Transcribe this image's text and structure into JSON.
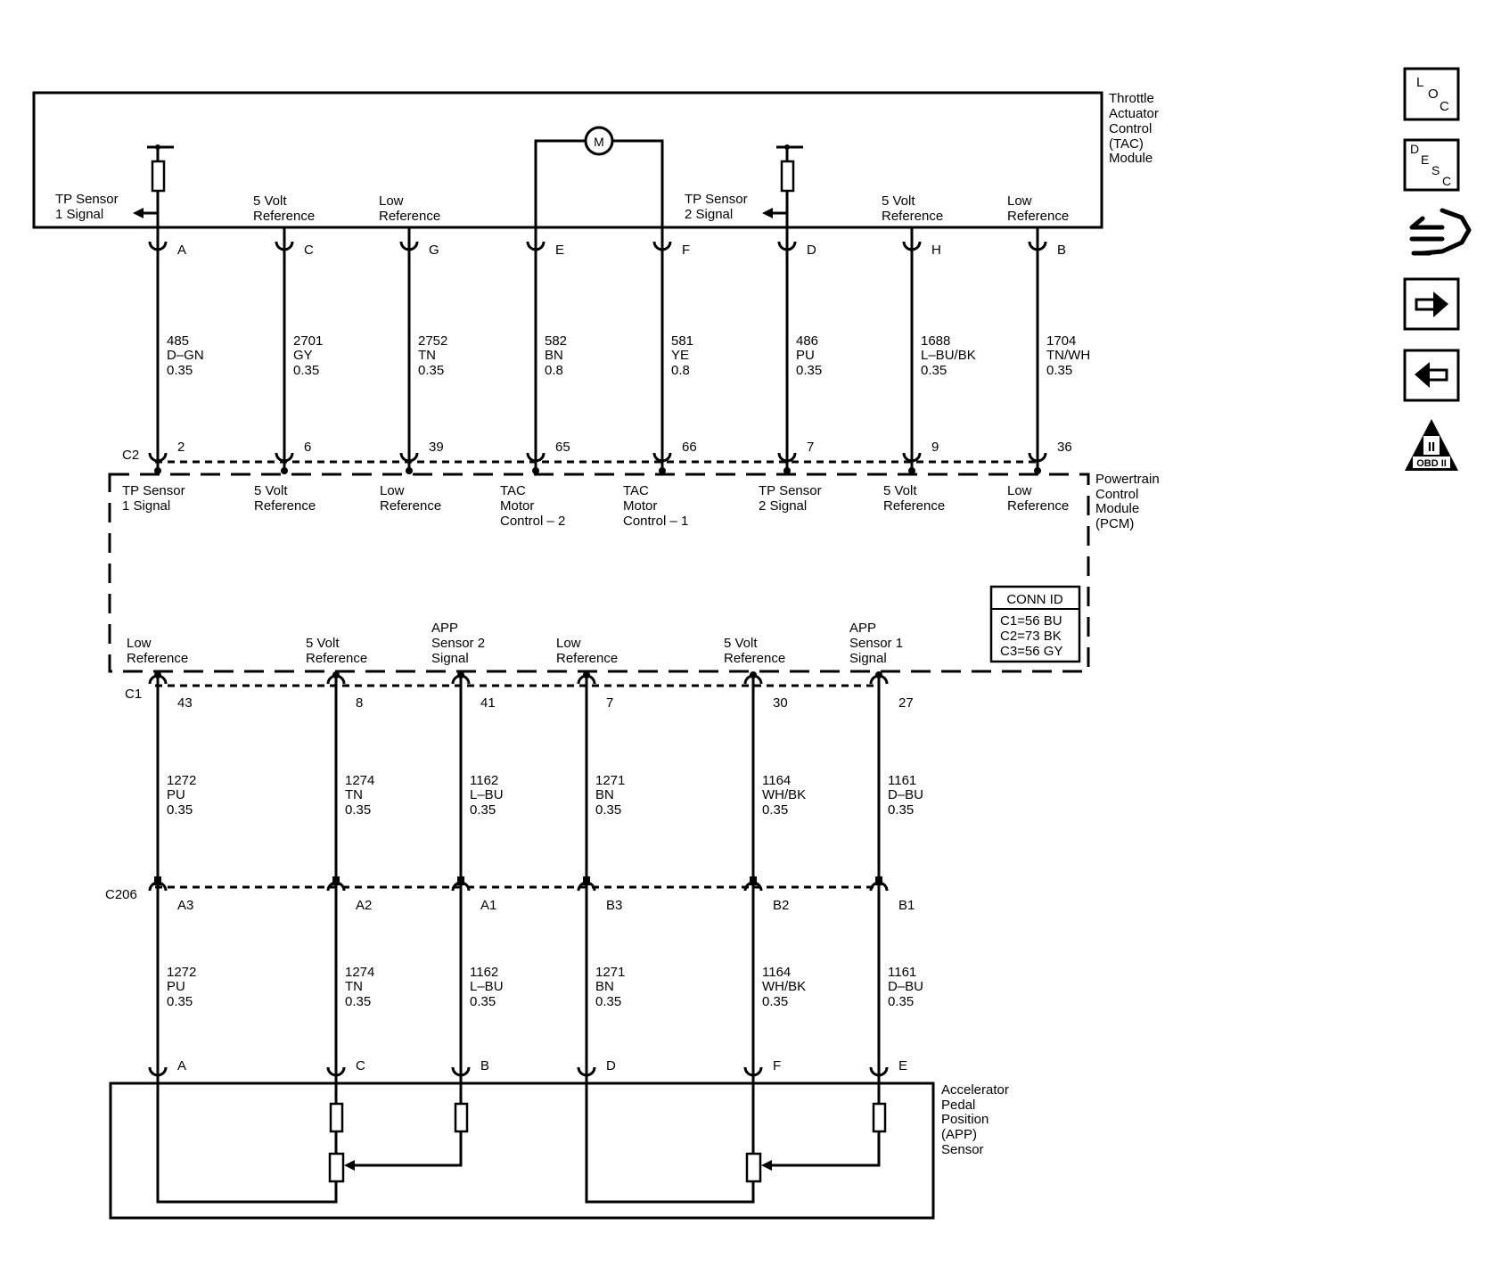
{
  "tac_module": {
    "title_lines": [
      "Throttle",
      "Actuator",
      "Control",
      "(TAC)",
      "Module"
    ],
    "motor_label": "M",
    "circuits": [
      {
        "label": [
          "TP Sensor",
          "1 Signal"
        ],
        "pin": "A",
        "wire": [
          "485",
          "D–GN",
          "0.35"
        ]
      },
      {
        "label": [
          "5 Volt",
          "Reference"
        ],
        "pin": "C",
        "wire": [
          "2701",
          "GY",
          "0.35"
        ]
      },
      {
        "label": [
          "Low",
          "Reference"
        ],
        "pin": "G",
        "wire": [
          "2752",
          "TN",
          "0.35"
        ]
      },
      {
        "label": [],
        "pin": "E",
        "wire": [
          "582",
          "BN",
          "0.8"
        ]
      },
      {
        "label": [],
        "pin": "F",
        "wire": [
          "581",
          "YE",
          "0.8"
        ]
      },
      {
        "label": [
          "TP Sensor",
          "2 Signal"
        ],
        "pin": "D",
        "wire": [
          "486",
          "PU",
          "0.35"
        ]
      },
      {
        "label": [
          "5 Volt",
          "Reference"
        ],
        "pin": "H",
        "wire": [
          "1688",
          "L–BU/BK",
          "0.35"
        ]
      },
      {
        "label": [
          "Low",
          "Reference"
        ],
        "pin": "B",
        "wire": [
          "1704",
          "TN/WH",
          "0.35"
        ]
      }
    ]
  },
  "pcm": {
    "title_lines": [
      "Powertrain",
      "Control",
      "Module",
      "(PCM)"
    ],
    "c2_connector": "C2",
    "c2_pins": [
      "2",
      "6",
      "39",
      "65",
      "66",
      "7",
      "9",
      "36"
    ],
    "top_labels": [
      [
        "TP Sensor",
        "1 Signal"
      ],
      [
        "5 Volt",
        "Reference"
      ],
      [
        "Low",
        "Reference"
      ],
      [
        "TAC",
        "Motor",
        "Control – 2"
      ],
      [
        "TAC",
        "Motor",
        "Control – 1"
      ],
      [
        "TP Sensor",
        "2 Signal"
      ],
      [
        "5 Volt",
        "Reference"
      ],
      [
        "Low",
        "Reference"
      ]
    ],
    "bottom_labels": [
      [
        "Low",
        "Reference"
      ],
      [
        "5 Volt",
        "Reference"
      ],
      [
        "APP",
        "Sensor 2",
        "Signal"
      ],
      [
        "Low",
        "Reference"
      ],
      [
        "5 Volt",
        "Reference"
      ],
      [
        "APP",
        "Sensor 1",
        "Signal"
      ]
    ],
    "conn_id": {
      "title": "CONN ID",
      "lines": [
        "C1=56 BU",
        "C2=73 BK",
        "C3=56 GY"
      ]
    },
    "c1_connector": "C1",
    "c1_pins": [
      "43",
      "8",
      "41",
      "7",
      "30",
      "27"
    ]
  },
  "c1_wires": [
    [
      "1272",
      "PU",
      "0.35"
    ],
    [
      "1274",
      "TN",
      "0.35"
    ],
    [
      "1162",
      "L–BU",
      "0.35"
    ],
    [
      "1271",
      "BN",
      "0.35"
    ],
    [
      "1164",
      "WH/BK",
      "0.35"
    ],
    [
      "1161",
      "D–BU",
      "0.35"
    ]
  ],
  "inline_connector": {
    "name": "C206",
    "pins": [
      "A3",
      "A2",
      "A1",
      "B3",
      "B2",
      "B1"
    ]
  },
  "app_wires": [
    [
      "1272",
      "PU",
      "0.35"
    ],
    [
      "1274",
      "TN",
      "0.35"
    ],
    [
      "1162",
      "L–BU",
      "0.35"
    ],
    [
      "1271",
      "BN",
      "0.35"
    ],
    [
      "1164",
      "WH/BK",
      "0.35"
    ],
    [
      "1161",
      "D–BU",
      "0.35"
    ]
  ],
  "app_sensor": {
    "title_lines": [
      "Accelerator",
      "Pedal",
      "Position",
      "(APP)",
      "Sensor"
    ],
    "pins": [
      "A",
      "C",
      "B",
      "D",
      "F",
      "E"
    ]
  },
  "nav": {
    "loc": "LOC",
    "desc": "DESC",
    "obd_numeral": "II",
    "obd_text": "OBD II",
    "icons": [
      "loc-icon",
      "desc-icon",
      "wrench-hand-icon",
      "arrow-right-icon",
      "arrow-left-icon",
      "obd-ii-icon"
    ]
  }
}
